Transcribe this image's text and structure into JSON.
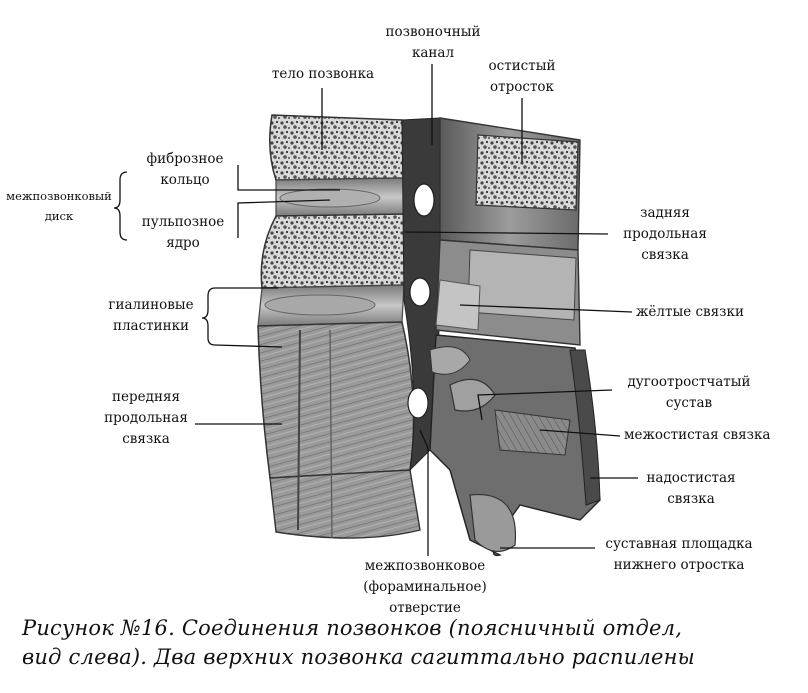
{
  "labels": {
    "spinal_canal": "позвоночный\nканал",
    "vertebral_body": "тело позвонка",
    "spinous_process": "остистый\nотросток",
    "annulus_fibrosus": "фиброзное\nкольцо",
    "intervertebral_disc": "межпозвонковый\nдиск",
    "nucleus_pulposus": "пульпозное\nядро",
    "posterior_longitudinal_ligament": "задняя\nпродольная\nсвязка",
    "hyaline_plates": "гиалиновые\nпластинки",
    "yellow_ligaments": "жёлтые связки",
    "anterior_longitudinal_ligament": "передняя\nпродольная\nсвязка",
    "facet_joint": "дугоотростчатый\nсустав",
    "interspinous_ligament": "межостистая связка",
    "supraspinous_ligament": "надостистая\nсвязка",
    "intervertebral_foramen": "межпозвонковое\n(фораминальное)\nотверстие",
    "articular_surface": "суставная площадка\nнижнего отростка"
  },
  "caption": "Рисунок №16. Соединения позвонков (поясничный отдел,\nвид слева). Два верхних позвонка сагиттально распилены"
}
